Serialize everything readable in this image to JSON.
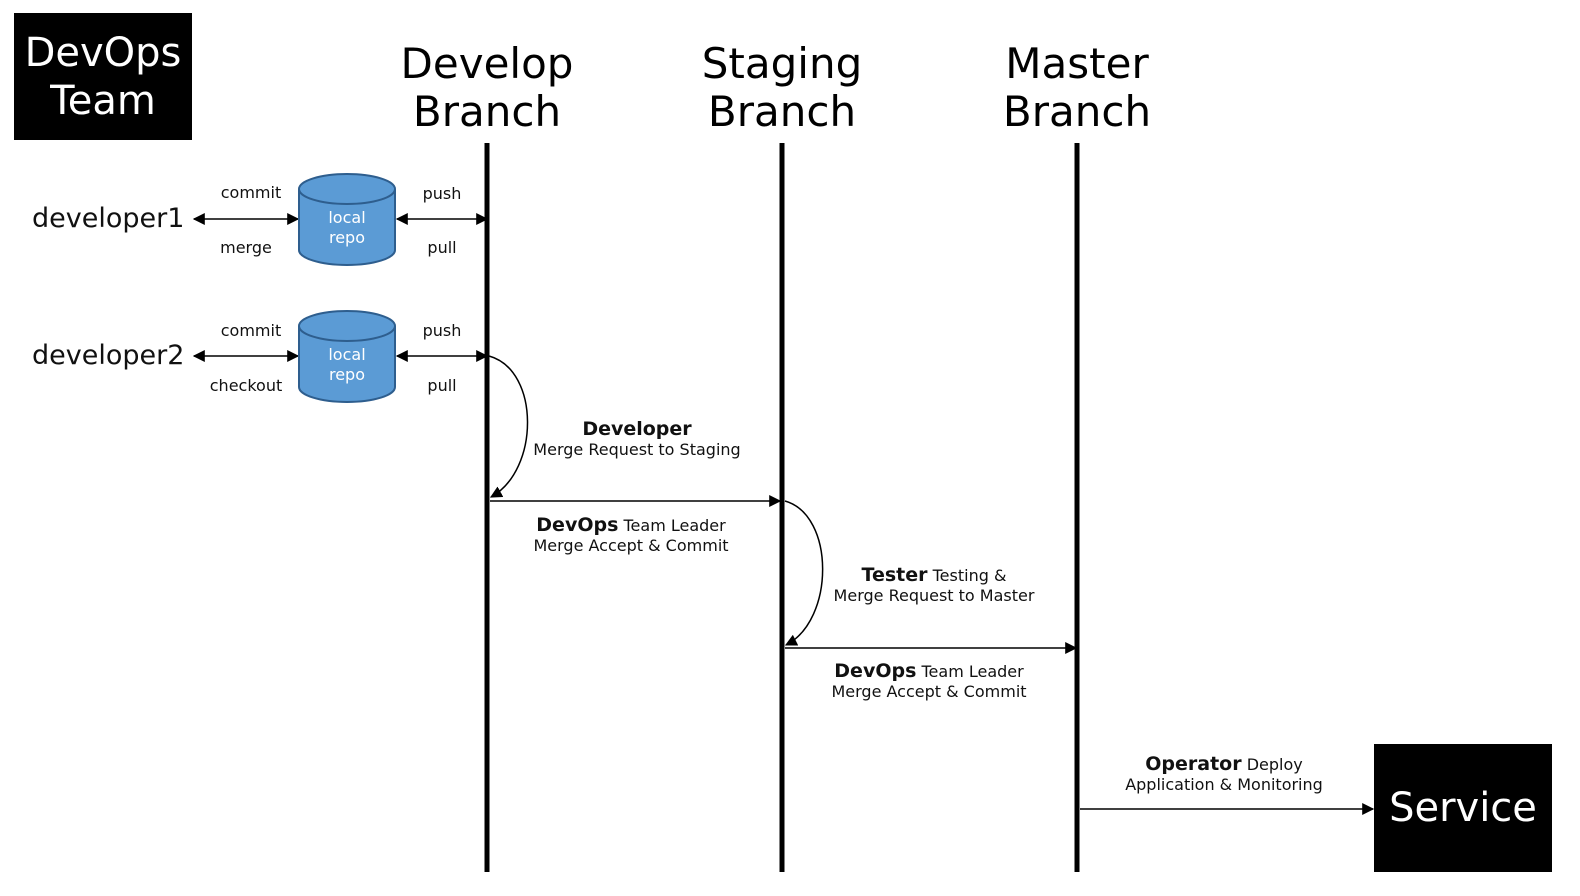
{
  "header": {
    "team_line1": "DevOps",
    "team_line2": "Team"
  },
  "lanes": {
    "develop": {
      "line1": "Develop",
      "line2": "Branch"
    },
    "staging": {
      "line1": "Staging",
      "line2": "Branch"
    },
    "master": {
      "line1": "Master",
      "line2": "Branch"
    }
  },
  "developers": [
    {
      "name": "developer1",
      "left_top": "commit",
      "left_bottom": "merge",
      "repo_line1": "local",
      "repo_line2": "repo",
      "right_top": "push",
      "right_bottom": "pull"
    },
    {
      "name": "developer2",
      "left_top": "commit",
      "left_bottom": "checkout",
      "repo_line1": "local",
      "repo_line2": "repo",
      "right_top": "push",
      "right_bottom": "pull"
    }
  ],
  "steps": {
    "dev_merge_request": {
      "role": "Developer",
      "detail": "Merge Request to Staging"
    },
    "staging_accept": {
      "role": "DevOps",
      "role_suffix": "Team Leader",
      "detail": "Merge Accept & Commit"
    },
    "tester": {
      "role": "Tester",
      "role_suffix": "Testing &",
      "detail": "Merge Request to Master"
    },
    "master_accept": {
      "role": "DevOps",
      "role_suffix": "Team Leader",
      "detail": "Merge Accept & Commit"
    },
    "operator": {
      "role": "Operator",
      "role_suffix": "Deploy",
      "detail": "Application & Monitoring"
    }
  },
  "service": {
    "label": "Service"
  },
  "colors": {
    "repo_fill": "#5b9bd5",
    "repo_stroke": "#2e5e8e",
    "line": "#000000"
  }
}
